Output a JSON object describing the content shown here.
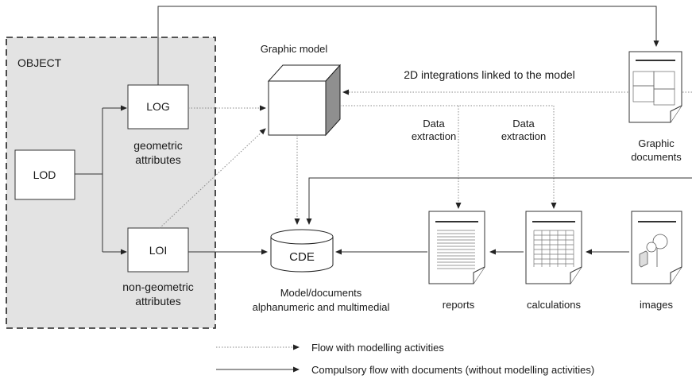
{
  "object_panel": {
    "title": "OBJECT",
    "lod": "LOD",
    "log": "LOG",
    "loi": "LOI",
    "geometric_line1": "geometric",
    "geometric_line2": "attributes",
    "nongeometric_line1": "non-geometric",
    "nongeometric_line2": "attributes"
  },
  "graphic_model": {
    "title": "Graphic model"
  },
  "integrations_label": "2D integrations linked to the model",
  "data_extraction_1": {
    "line1": "Data",
    "line2": "extraction"
  },
  "data_extraction_2": {
    "line1": "Data",
    "line2": "extraction"
  },
  "graphic_documents": {
    "line1": "Graphic",
    "line2": "documents"
  },
  "cde": {
    "label": "CDE",
    "caption_line1": "Model/documents",
    "caption_line2": "alphanumeric and multimedial"
  },
  "documents": {
    "reports": "reports",
    "calculations": "calculations",
    "images": "images"
  },
  "legend": {
    "dotted": "Flow with modelling activities",
    "solid": "Compulsory flow with documents (without modelling activities)"
  },
  "colors": {
    "panel_fill": "#e3e3e3",
    "line": "#333333",
    "dotted_line": "#888888"
  }
}
